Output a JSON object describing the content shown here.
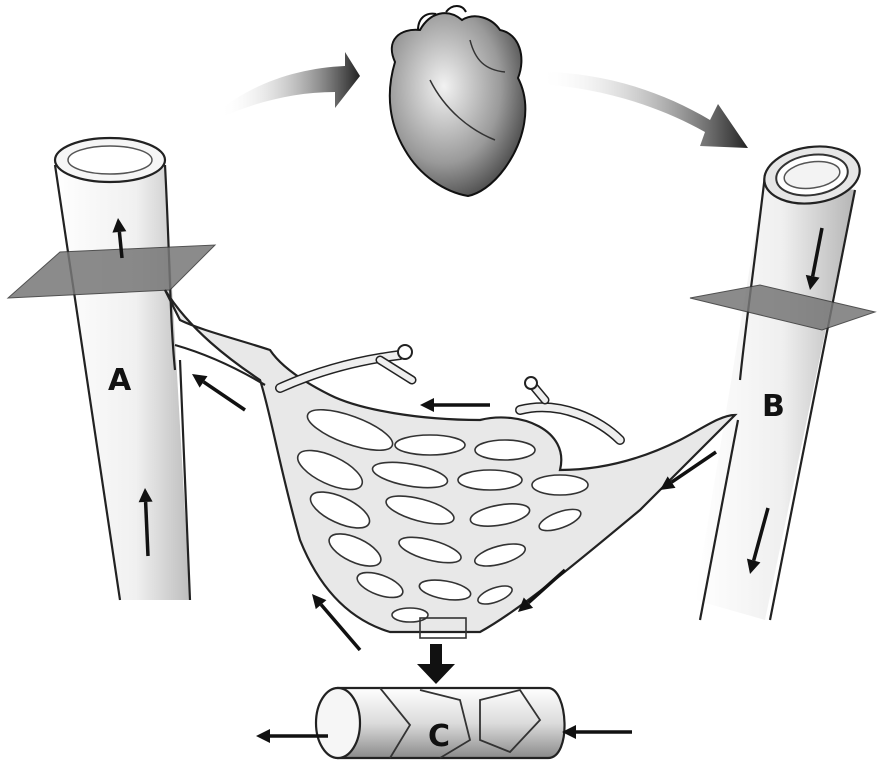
{
  "labels": {
    "a": "A",
    "b": "B",
    "c": "C"
  },
  "icons": {
    "heart": "heart-icon",
    "arrow": "arrow-icon"
  }
}
